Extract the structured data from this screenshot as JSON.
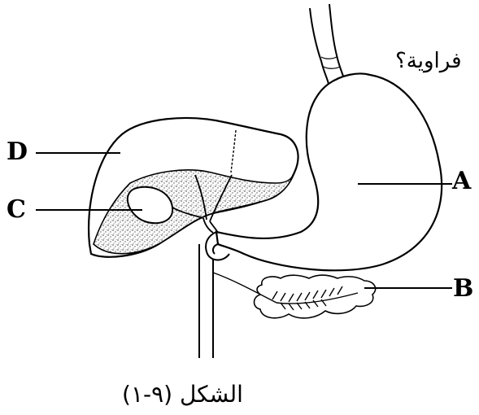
{
  "question_text": "فراوية؟",
  "caption": "الشكل (٩-١)",
  "labels": {
    "a": "A",
    "b": "B",
    "c": "C",
    "d": "D"
  }
}
